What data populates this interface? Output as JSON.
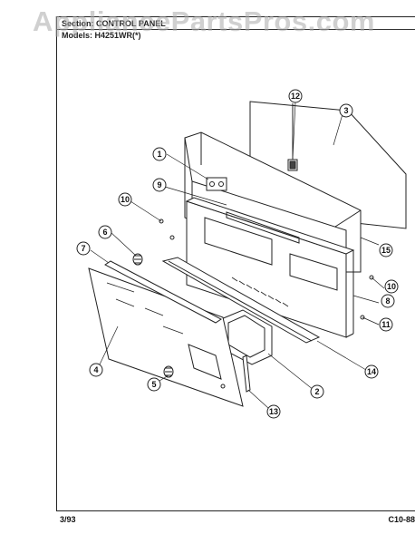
{
  "watermark": "AppliancePartsPros.com",
  "header": {
    "section_label": "Section:",
    "section_value": "CONTROL PANEL",
    "models_label": "Models:",
    "models_value": "H4251WR(*)"
  },
  "footer": {
    "date": "3/93",
    "page_ref": "C10-88"
  },
  "callouts": [
    "1",
    "2",
    "3",
    "4",
    "5",
    "6",
    "7",
    "8",
    "9",
    "10",
    "10",
    "11",
    "12",
    "13",
    "14",
    "15"
  ]
}
